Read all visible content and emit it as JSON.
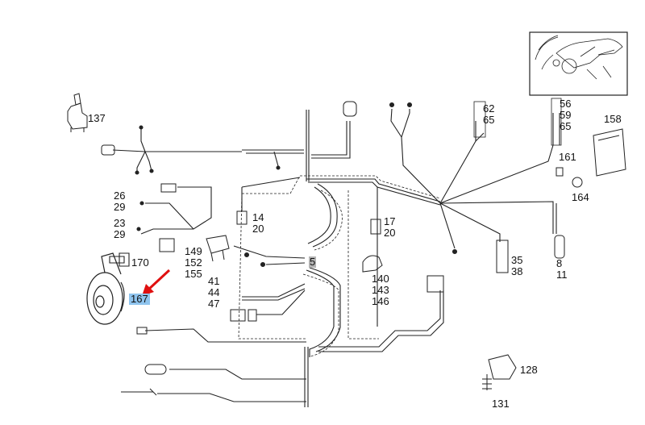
{
  "diagram": {
    "highlight_color": "#8fc4ee",
    "arrow_color": "#e01010",
    "selected_part": "167",
    "part_labels": {
      "p137": "137",
      "p26_29": "26\n29",
      "p23_29": "23\n29",
      "p170": "170",
      "p167": "167",
      "p149": "149\n152\n155",
      "p14": "14\n20",
      "p5": "5",
      "p41": "41\n44\n47",
      "p17": "17\n20",
      "p140": "140\n143\n146",
      "p62": "62\n65",
      "p56": "56\n59\n65",
      "p158": "158",
      "p161": "161",
      "p164": "164",
      "p35": "35\n38",
      "p8": "8\n11",
      "p128": "128",
      "p131": "131"
    }
  }
}
